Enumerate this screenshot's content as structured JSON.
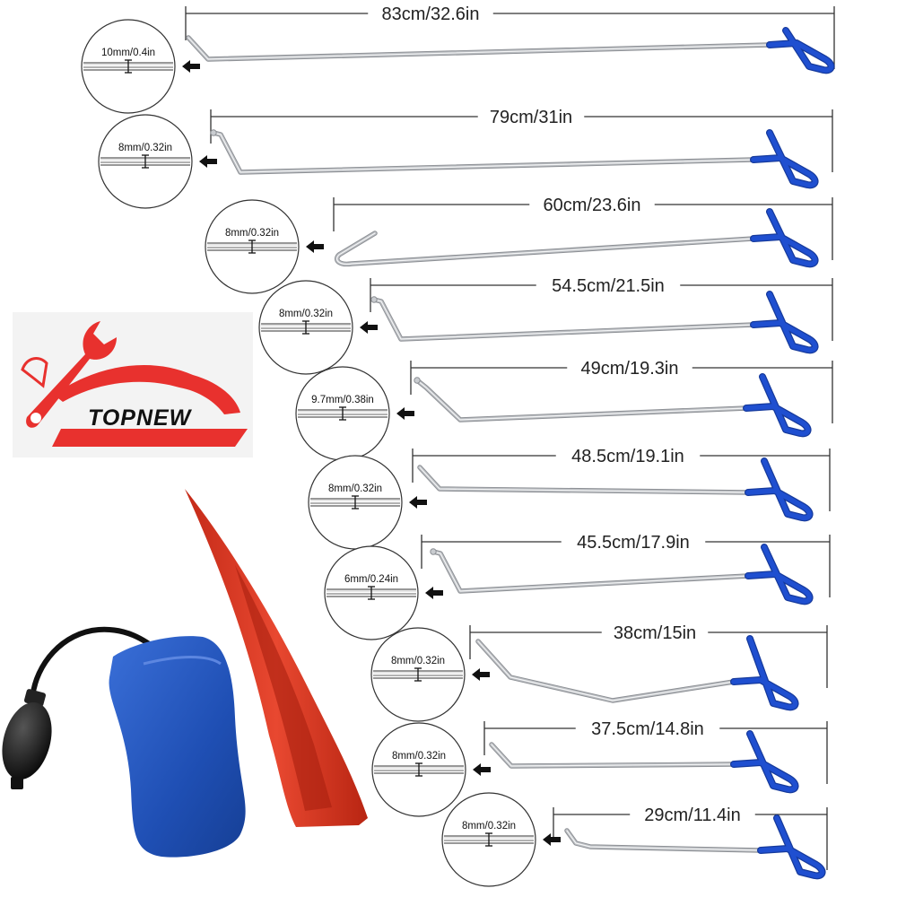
{
  "brand": {
    "name": "TOPNEW",
    "accent_color": "#e8312e"
  },
  "colors": {
    "rod": "#b9bcc0",
    "handle": "#1f4fd0",
    "wedge": "#d8331f",
    "bag": "#2153b8",
    "bulb": "#1a1a1a"
  },
  "rods": [
    {
      "length": "83cm/32.6in",
      "diameter": "10mm/0.4in",
      "tip": "bent-short"
    },
    {
      "length": "79cm/31in",
      "diameter": "8mm/0.32in",
      "tip": "bent-long"
    },
    {
      "length": "60cm/23.6in",
      "diameter": "8mm/0.32in",
      "tip": "hook"
    },
    {
      "length": "54.5cm/21.5in",
      "diameter": "8mm/0.32in",
      "tip": "bent-long"
    },
    {
      "length": "49cm/19.3in",
      "diameter": "9.7mm/0.38in",
      "tip": "bent-ball"
    },
    {
      "length": "48.5cm/19.1in",
      "diameter": "8mm/0.32in",
      "tip": "bent-short"
    },
    {
      "length": "45.5cm/17.9in",
      "diameter": "6mm/0.24in",
      "tip": "bent-long"
    },
    {
      "length": "38cm/15in",
      "diameter": "8mm/0.32in",
      "tip": "v-bend"
    },
    {
      "length": "37.5cm/14.8in",
      "diameter": "8mm/0.32in",
      "tip": "bent-short"
    },
    {
      "length": "29cm/11.4in",
      "diameter": "8mm/0.32in",
      "tip": "flat-tip"
    }
  ],
  "accessories": [
    {
      "icon": "air-pump-wedge-icon"
    },
    {
      "icon": "plastic-wedge-icon"
    }
  ]
}
